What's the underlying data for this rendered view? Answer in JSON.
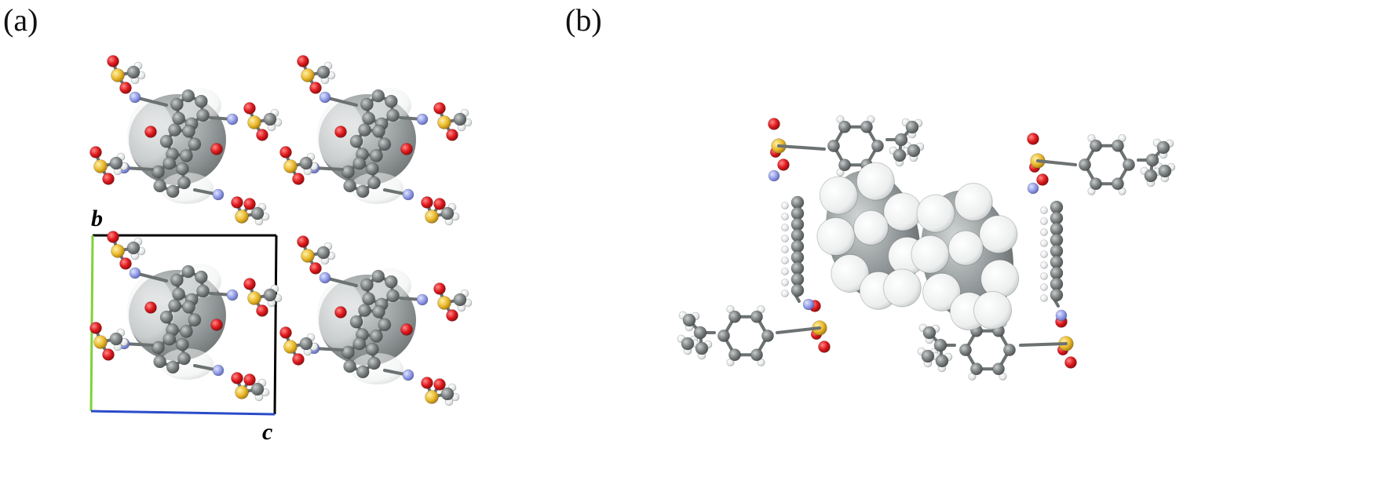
{
  "panels": {
    "a": {
      "label": "(a)"
    },
    "b": {
      "label": "(b)"
    }
  },
  "axes": {
    "b_label": "b",
    "c_label": "c",
    "b_axis_color": "#7fd23a",
    "c_axis_color": "#2b4bc9",
    "cell_color": "#000000"
  },
  "colors": {
    "carbon": "#7a7f80",
    "hydrogen": "#e9ecec",
    "nitrogen": "#8f9ae6",
    "oxygen": "#e3161b",
    "sulfur": "#e9b72a",
    "spacefill": "#9aa2a3"
  }
}
